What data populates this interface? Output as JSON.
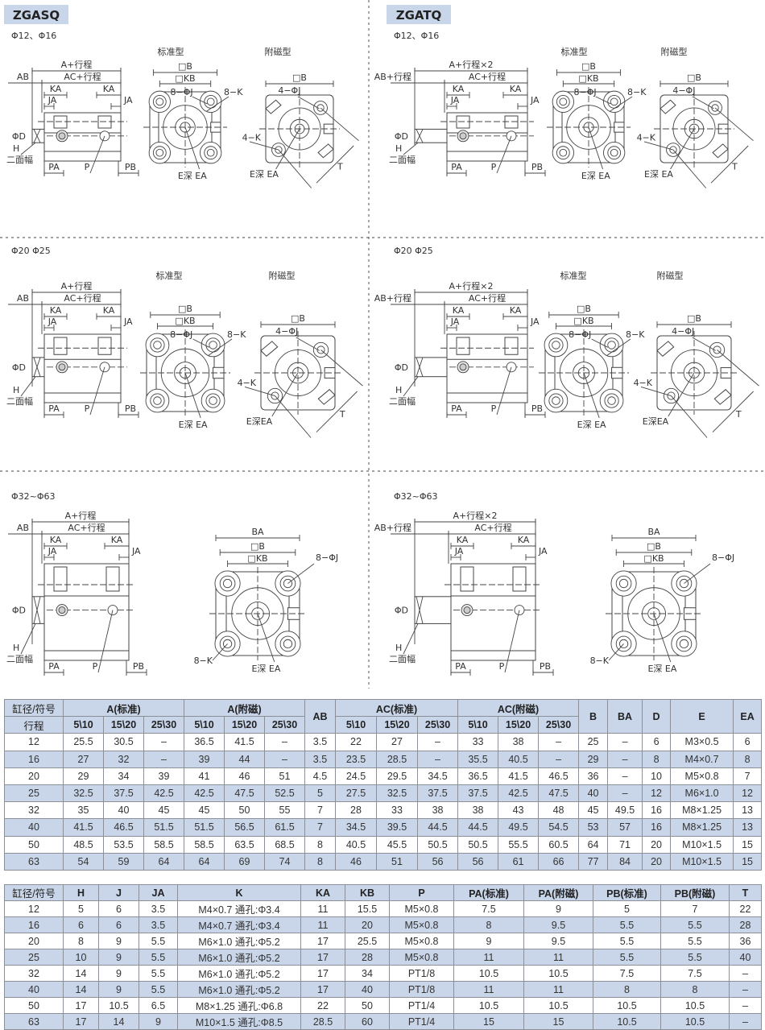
{
  "panels": [
    {
      "series": "ZGASQ",
      "size": "Φ12、Φ16",
      "side": {
        "a": "A+行程",
        "ac": "AC+行程",
        "ab": "AB",
        "ka": "KA",
        "ja": "JA",
        "d": "ΦD",
        "h": "H",
        "flats": "二面幅",
        "pa": "PA",
        "p": "P",
        "pb": "PB"
      },
      "views": [
        {
          "title": "标准型",
          "b": "□B",
          "kb": "□KB",
          "j": "8−ΦJ",
          "k": "8−K",
          "e": "E深 EA"
        },
        {
          "title": "附磁型",
          "b": "□B",
          "j": "4−ΦJ",
          "k": "4−K",
          "e": "E深 EA",
          "t": "T"
        }
      ]
    },
    {
      "series": "ZGATQ",
      "size": "Φ12、Φ16",
      "side": {
        "a": "A+行程×2",
        "ac": "AC+行程",
        "ab": "AB+行程",
        "ka": "KA",
        "ja": "JA",
        "d": "ΦD",
        "h": "H",
        "flats": "二面幅",
        "pa": "PA",
        "p": "P",
        "pb": "PB"
      },
      "views": [
        {
          "title": "标准型",
          "b": "□B",
          "kb": "□KB",
          "j": "8−ΦJ",
          "k": "8−K",
          "e": "E深 EA"
        },
        {
          "title": "附磁型",
          "b": "□B",
          "j": "4−ΦJ",
          "k": "4−K",
          "e": "E深 EA",
          "t": "T"
        }
      ]
    },
    {
      "size": "Φ20  Φ25",
      "side": {
        "a": "A+行程",
        "ac": "AC+行程",
        "ab": "AB",
        "ka": "KA",
        "ja": "JA",
        "d": "ΦD",
        "h": "H",
        "flats": "二面幅",
        "pa": "PA",
        "p": "P",
        "pb": "PB"
      },
      "views": [
        {
          "title": "标准型",
          "b": "□B",
          "kb": "□KB",
          "j": "8−ΦJ",
          "k": "8−K",
          "e": "E深 EA"
        },
        {
          "title": "附磁型",
          "b": "□B",
          "j": "4−ΦJ",
          "k": "4−K",
          "e": "E深EA",
          "t": "T"
        }
      ]
    },
    {
      "size": "Φ20  Φ25",
      "side": {
        "a": "A+行程×2",
        "ac": "AC+行程",
        "ab": "AB+行程",
        "ka": "KA",
        "ja": "JA",
        "d": "ΦD",
        "h": "H",
        "flats": "二面幅",
        "pa": "PA",
        "p": "P",
        "pb": "PB"
      },
      "views": [
        {
          "title": "标准型",
          "b": "□B",
          "kb": "□KB",
          "j": "8−ΦJ",
          "k": "8−K",
          "e": "E深 EA"
        },
        {
          "title": "附磁型",
          "b": "□B",
          "j": "4−ΦJ",
          "k": "4−K",
          "e": "E深EA",
          "t": "T"
        }
      ]
    },
    {
      "size": "Φ32~Φ63",
      "side": {
        "a": "A+行程",
        "ac": "AC+行程",
        "ab": "AB",
        "ka": "KA",
        "ja": "JA",
        "d": "ΦD",
        "h": "H",
        "flats": "二面幅",
        "pa": "PA",
        "p": "P",
        "pb": "PB"
      },
      "views": [
        {
          "ba": "BA",
          "b": "□B",
          "kb": "□KB",
          "j": "8−ΦJ",
          "k": "8−K",
          "e": "E深 EA"
        }
      ]
    },
    {
      "size": "Φ32~Φ63",
      "side": {
        "a": "A+行程×2",
        "ac": "AC+行程",
        "ab": "AB+行程",
        "ka": "KA",
        "ja": "JA",
        "d": "ΦD",
        "h": "H",
        "flats": "二面幅",
        "pa": "PA",
        "p": "P",
        "pb": "PB"
      },
      "views": [
        {
          "ba": "BA",
          "b": "□B",
          "kb": "□KB",
          "j": "8−ΦJ",
          "k": "8−K",
          "e": "E深 EA"
        }
      ]
    }
  ],
  "table1": {
    "corner_top": "缸径/符号",
    "corner_bottom": "行程",
    "groups": [
      "A(标准)",
      "A(附磁)",
      "AB",
      "AC(标准)",
      "AC(附磁)",
      "B",
      "BA",
      "D",
      "E",
      "EA"
    ],
    "strokes": [
      "5\\10",
      "15\\20",
      "25\\30"
    ],
    "rows": [
      [
        "12",
        "25.5",
        "30.5",
        "–",
        "36.5",
        "41.5",
        "–",
        "3.5",
        "22",
        "27",
        "–",
        "33",
        "38",
        "–",
        "25",
        "–",
        "6",
        "M3×0.5",
        "6"
      ],
      [
        "16",
        "27",
        "32",
        "–",
        "39",
        "44",
        "–",
        "3.5",
        "23.5",
        "28.5",
        "–",
        "35.5",
        "40.5",
        "–",
        "29",
        "–",
        "8",
        "M4×0.7",
        "8"
      ],
      [
        "20",
        "29",
        "34",
        "39",
        "41",
        "46",
        "51",
        "4.5",
        "24.5",
        "29.5",
        "34.5",
        "36.5",
        "41.5",
        "46.5",
        "36",
        "–",
        "10",
        "M5×0.8",
        "7"
      ],
      [
        "25",
        "32.5",
        "37.5",
        "42.5",
        "42.5",
        "47.5",
        "52.5",
        "5",
        "27.5",
        "32.5",
        "37.5",
        "37.5",
        "42.5",
        "47.5",
        "40",
        "–",
        "12",
        "M6×1.0",
        "12"
      ],
      [
        "32",
        "35",
        "40",
        "45",
        "45",
        "50",
        "55",
        "7",
        "28",
        "33",
        "38",
        "38",
        "43",
        "48",
        "45",
        "49.5",
        "16",
        "M8×1.25",
        "13"
      ],
      [
        "40",
        "41.5",
        "46.5",
        "51.5",
        "51.5",
        "56.5",
        "61.5",
        "7",
        "34.5",
        "39.5",
        "44.5",
        "44.5",
        "49.5",
        "54.5",
        "53",
        "57",
        "16",
        "M8×1.25",
        "13"
      ],
      [
        "50",
        "48.5",
        "53.5",
        "58.5",
        "58.5",
        "63.5",
        "68.5",
        "8",
        "40.5",
        "45.5",
        "50.5",
        "50.5",
        "55.5",
        "60.5",
        "64",
        "71",
        "20",
        "M10×1.5",
        "15"
      ],
      [
        "63",
        "54",
        "59",
        "64",
        "64",
        "69",
        "74",
        "8",
        "46",
        "51",
        "56",
        "56",
        "61",
        "66",
        "77",
        "84",
        "20",
        "M10×1.5",
        "15"
      ]
    ]
  },
  "table2": {
    "headers": [
      "缸径/符号",
      "H",
      "J",
      "JA",
      "K",
      "KA",
      "KB",
      "P",
      "PA(标准)",
      "PA(附磁)",
      "PB(标准)",
      "PB(附磁)",
      "T"
    ],
    "rows": [
      [
        "12",
        "5",
        "6",
        "3.5",
        "M4×0.7 通孔:Φ3.4",
        "11",
        "15.5",
        "M5×0.8",
        "7.5",
        "9",
        "5",
        "7",
        "22"
      ],
      [
        "16",
        "6",
        "6",
        "3.5",
        "M4×0.7 通孔:Φ3.4",
        "11",
        "20",
        "M5×0.8",
        "8",
        "9.5",
        "5.5",
        "5.5",
        "28"
      ],
      [
        "20",
        "8",
        "9",
        "5.5",
        "M6×1.0 通孔:Φ5.2",
        "17",
        "25.5",
        "M5×0.8",
        "9",
        "9.5",
        "5.5",
        "5.5",
        "36"
      ],
      [
        "25",
        "10",
        "9",
        "5.5",
        "M6×1.0 通孔:Φ5.2",
        "17",
        "28",
        "M5×0.8",
        "11",
        "11",
        "5.5",
        "5.5",
        "40"
      ],
      [
        "32",
        "14",
        "9",
        "5.5",
        "M6×1.0 通孔:Φ5.2",
        "17",
        "34",
        "PT1/8",
        "10.5",
        "10.5",
        "7.5",
        "7.5",
        "–"
      ],
      [
        "40",
        "14",
        "9",
        "5.5",
        "M6×1.0 通孔:Φ5.2",
        "17",
        "40",
        "PT1/8",
        "11",
        "11",
        "8",
        "8",
        "–"
      ],
      [
        "50",
        "17",
        "10.5",
        "6.5",
        "M8×1.25 通孔:Φ6.8",
        "22",
        "50",
        "PT1/4",
        "10.5",
        "10.5",
        "10.5",
        "10.5",
        "–"
      ],
      [
        "63",
        "17",
        "14",
        "9",
        "M10×1.5 通孔:Φ8.5",
        "28.5",
        "60",
        "PT1/4",
        "15",
        "15",
        "10.5",
        "10.5",
        "–"
      ]
    ]
  }
}
